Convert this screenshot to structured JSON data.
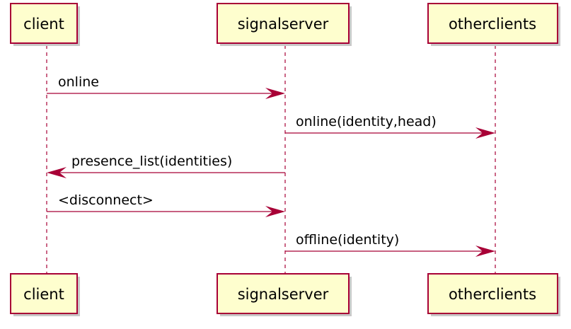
{
  "participants": [
    {
      "id": "client",
      "label": "client"
    },
    {
      "id": "signalserver",
      "label": "signalserver"
    },
    {
      "id": "otherclients",
      "label": "otherclients"
    }
  ],
  "messages": [
    {
      "from": "client",
      "to": "signalserver",
      "label": "online"
    },
    {
      "from": "signalserver",
      "to": "otherclients",
      "label": "online(identity,head)"
    },
    {
      "from": "signalserver",
      "to": "client",
      "label": "presence_list(identities)"
    },
    {
      "from": "client",
      "to": "signalserver",
      "label": "<disconnect>"
    },
    {
      "from": "signalserver",
      "to": "otherclients",
      "label": "offline(identity)"
    }
  ],
  "colors": {
    "border": "#a80036",
    "box_fill": "#fefece",
    "arrow": "#a80036"
  }
}
